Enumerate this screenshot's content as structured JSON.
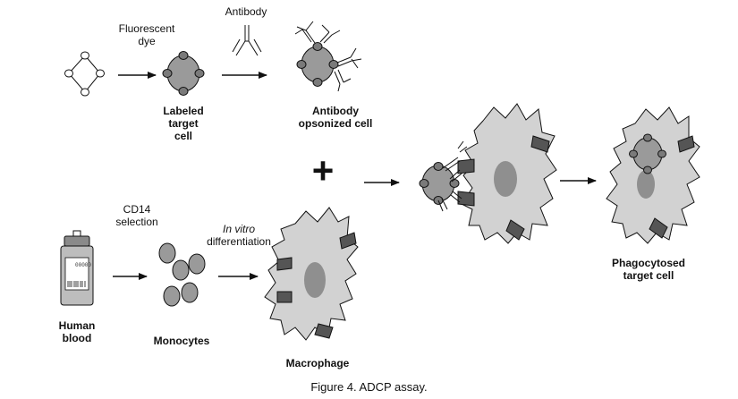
{
  "labels": {
    "fluorescent_dye": [
      "Fluorescent",
      "dye"
    ],
    "antibody": "Antibody",
    "labeled_target_cell": [
      "Labeled",
      "target",
      "cell"
    ],
    "antibody_opsonized_cell": [
      "Antibody",
      "opsonized cell"
    ],
    "cd14_selection": [
      "CD14",
      "selection"
    ],
    "in_vitro_differentiation": [
      "In vitro",
      "differentiation"
    ],
    "human_blood": [
      "Human",
      "blood"
    ],
    "monocytes": "Monocytes",
    "macrophage": "Macrophage",
    "phagocytosed_target_cell": [
      "Phagocytosed",
      "target cell"
    ],
    "plus_sign": "+",
    "tube_code": "00000"
  },
  "caption": "Figure 4. ADCP assay.",
  "colors": {
    "cell_fill": "#9a9a9a",
    "dye_dot": "#7a7a7a",
    "macrophage_fill": "#d2d2d2",
    "nucleus": "#8f8f8f",
    "receptor": "#555555",
    "line": "#111111"
  }
}
